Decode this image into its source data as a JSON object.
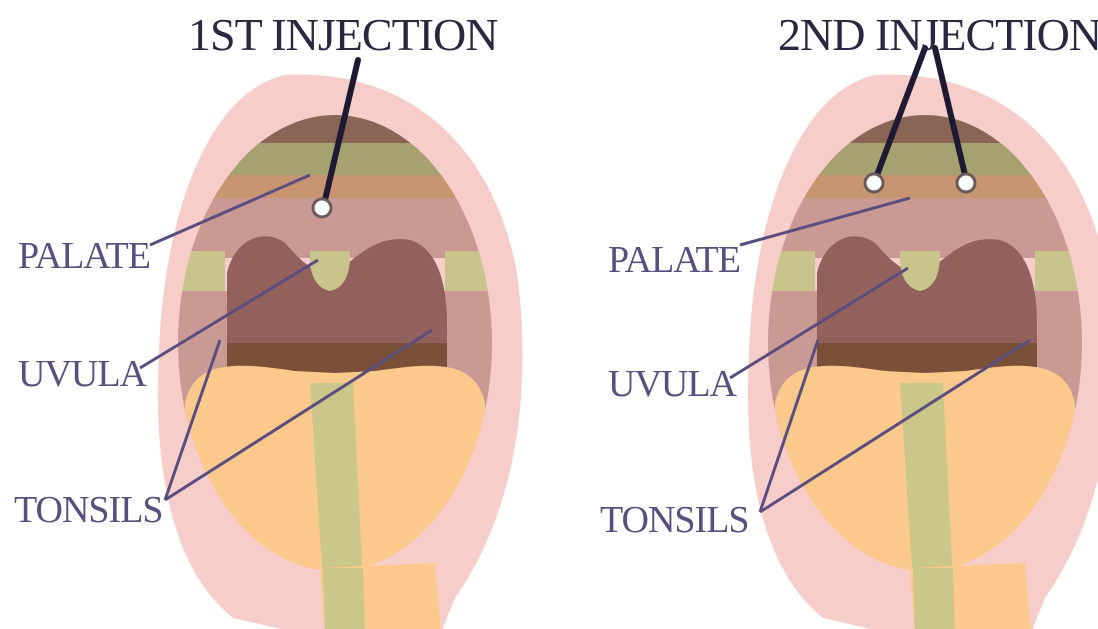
{
  "panels": [
    {
      "title": "1ST INJECTION",
      "labels": {
        "palate": "PALATE",
        "uvula": "UVULA",
        "tonsils": "TONSILS"
      }
    },
    {
      "title": "2ND INJECTION",
      "labels": {
        "palate": "PALATE",
        "uvula": "UVULA",
        "tonsils": "TONSILS"
      }
    }
  ],
  "colors": {
    "lips": "#f7cdc9",
    "palate_top": "#8a6455",
    "palate_green": "#a7a070",
    "palate_tan": "#c79670",
    "soft_palate": "#c99a94",
    "throat": "#93615c",
    "throat_dark": "#7a5038",
    "uvula": "#c9c48c",
    "tongue": "#fcc98c",
    "tongue_groove": "#cbc78a",
    "tongue_shadow": "#f6b356",
    "labels": "#5a4e7e",
    "injection_lines": "#1e1a33"
  }
}
